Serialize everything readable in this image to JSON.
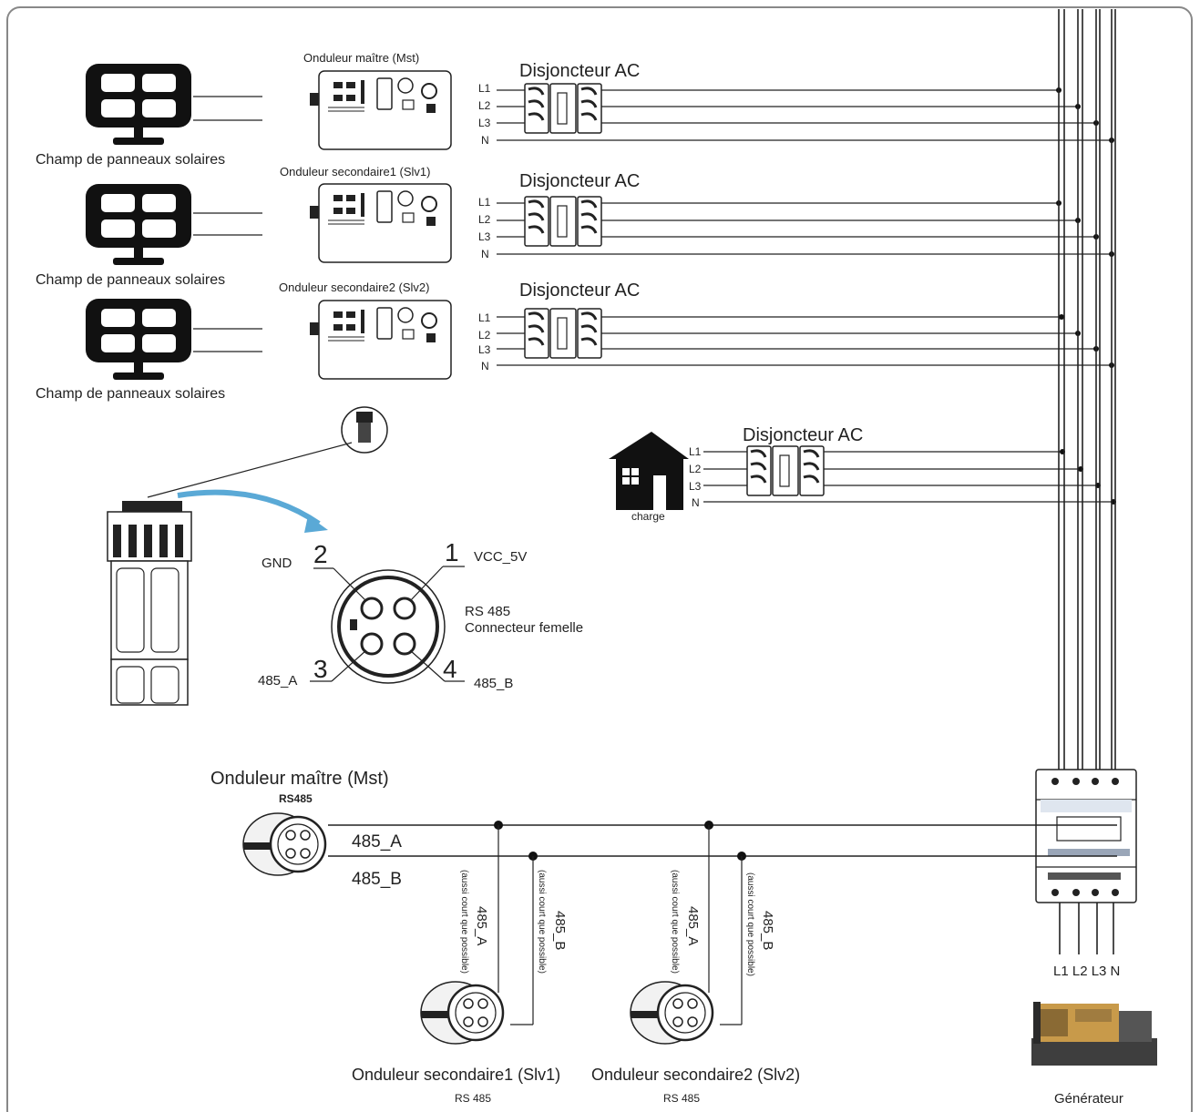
{
  "labels": {
    "solar_field": "Champ de panneaux solaires",
    "inverter_master_top": "Onduleur maître (Mst)",
    "inverter_slave1_top": "Onduleur secondaire1 (Slv1)",
    "inverter_slave2_top": "Onduleur  secondaire2 (Slv2)",
    "breaker": "Disjoncteur AC",
    "phase_l1": "L1",
    "phase_l2": "L2",
    "phase_l3": "L3",
    "neutral": "N",
    "load": "charge",
    "pin1_num": "1",
    "pin2_num": "2",
    "pin3_num": "3",
    "pin4_num": "4",
    "pin1_label": "VCC_5V",
    "pin2_label": "GND",
    "pin3_label": "485_A",
    "pin4_label": "485_B",
    "connector_title": "RS 485",
    "connector_sub": "Connecteur femelle",
    "master_bottom": "Onduleur maître (Mst)",
    "rs485_bold": "RS485",
    "bus_a": "485_A",
    "bus_b": "485_B",
    "drop_a": "485_A",
    "drop_b": "485_B",
    "drop_note": "(aussi court que possible)",
    "slave1_bottom": "Onduleur secondaire1 (Slv1)",
    "slave2_bottom": "Onduleur  secondaire2 (Slv2)",
    "rs485_small": "RS 485",
    "meter_out": "L1 L2 L3  N",
    "generator": "Générateur"
  },
  "colors": {
    "line": "#222222",
    "arrow": "#5aa9d6",
    "connector_fill": "#f2f2f2"
  }
}
